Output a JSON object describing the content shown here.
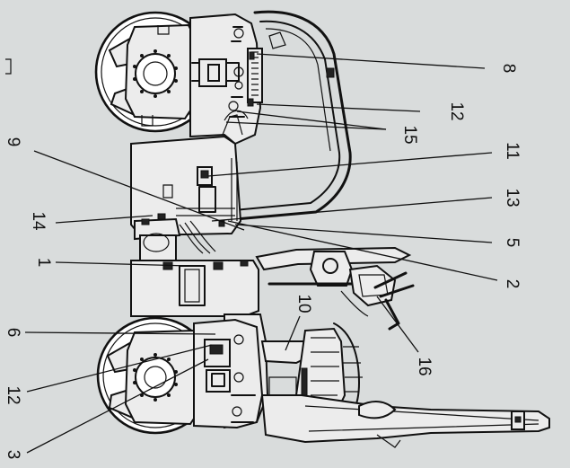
{
  "diagram": {
    "callouts": [
      "8",
      "12",
      "15",
      "11",
      "13",
      "9",
      "14",
      "5",
      "1",
      "2",
      "10",
      "16",
      "6",
      "12",
      "3"
    ]
  }
}
